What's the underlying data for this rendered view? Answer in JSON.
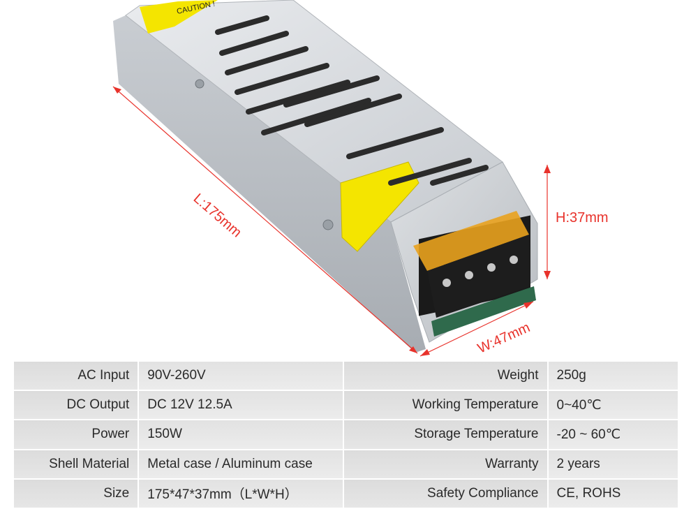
{
  "dimensions": {
    "length": "L:175mm",
    "height": "H:37mm",
    "width": "W:47mm"
  },
  "product_labels": {
    "caution": "CAUTION !"
  },
  "colors": {
    "dimension_red": "#e8322b",
    "table_cell": "#e0e0e0",
    "case_silver": "#c8ccd0",
    "label_yellow": "#f4e500",
    "terminal_orange": "#e9a21e"
  },
  "specs": [
    {
      "left_key": "AC Input",
      "left_value": "90V-260V",
      "right_key": "Weight",
      "right_value": "250g"
    },
    {
      "left_key": "DC Output",
      "left_value": "DC 12V 12.5A",
      "right_key": "Working Temperature",
      "right_value": "0~40℃"
    },
    {
      "left_key": "Power",
      "left_value": "150W",
      "right_key": "Storage Temperature",
      "right_value": "-20 ~ 60℃"
    },
    {
      "left_key": "Shell Material",
      "left_value": "Metal case / Aluminum case",
      "right_key": "Warranty",
      "right_value": "2 years"
    },
    {
      "left_key": "Size",
      "left_value": "175*47*37mm（L*W*H）",
      "right_key": "Safety Compliance",
      "right_value": "CE, ROHS"
    }
  ]
}
